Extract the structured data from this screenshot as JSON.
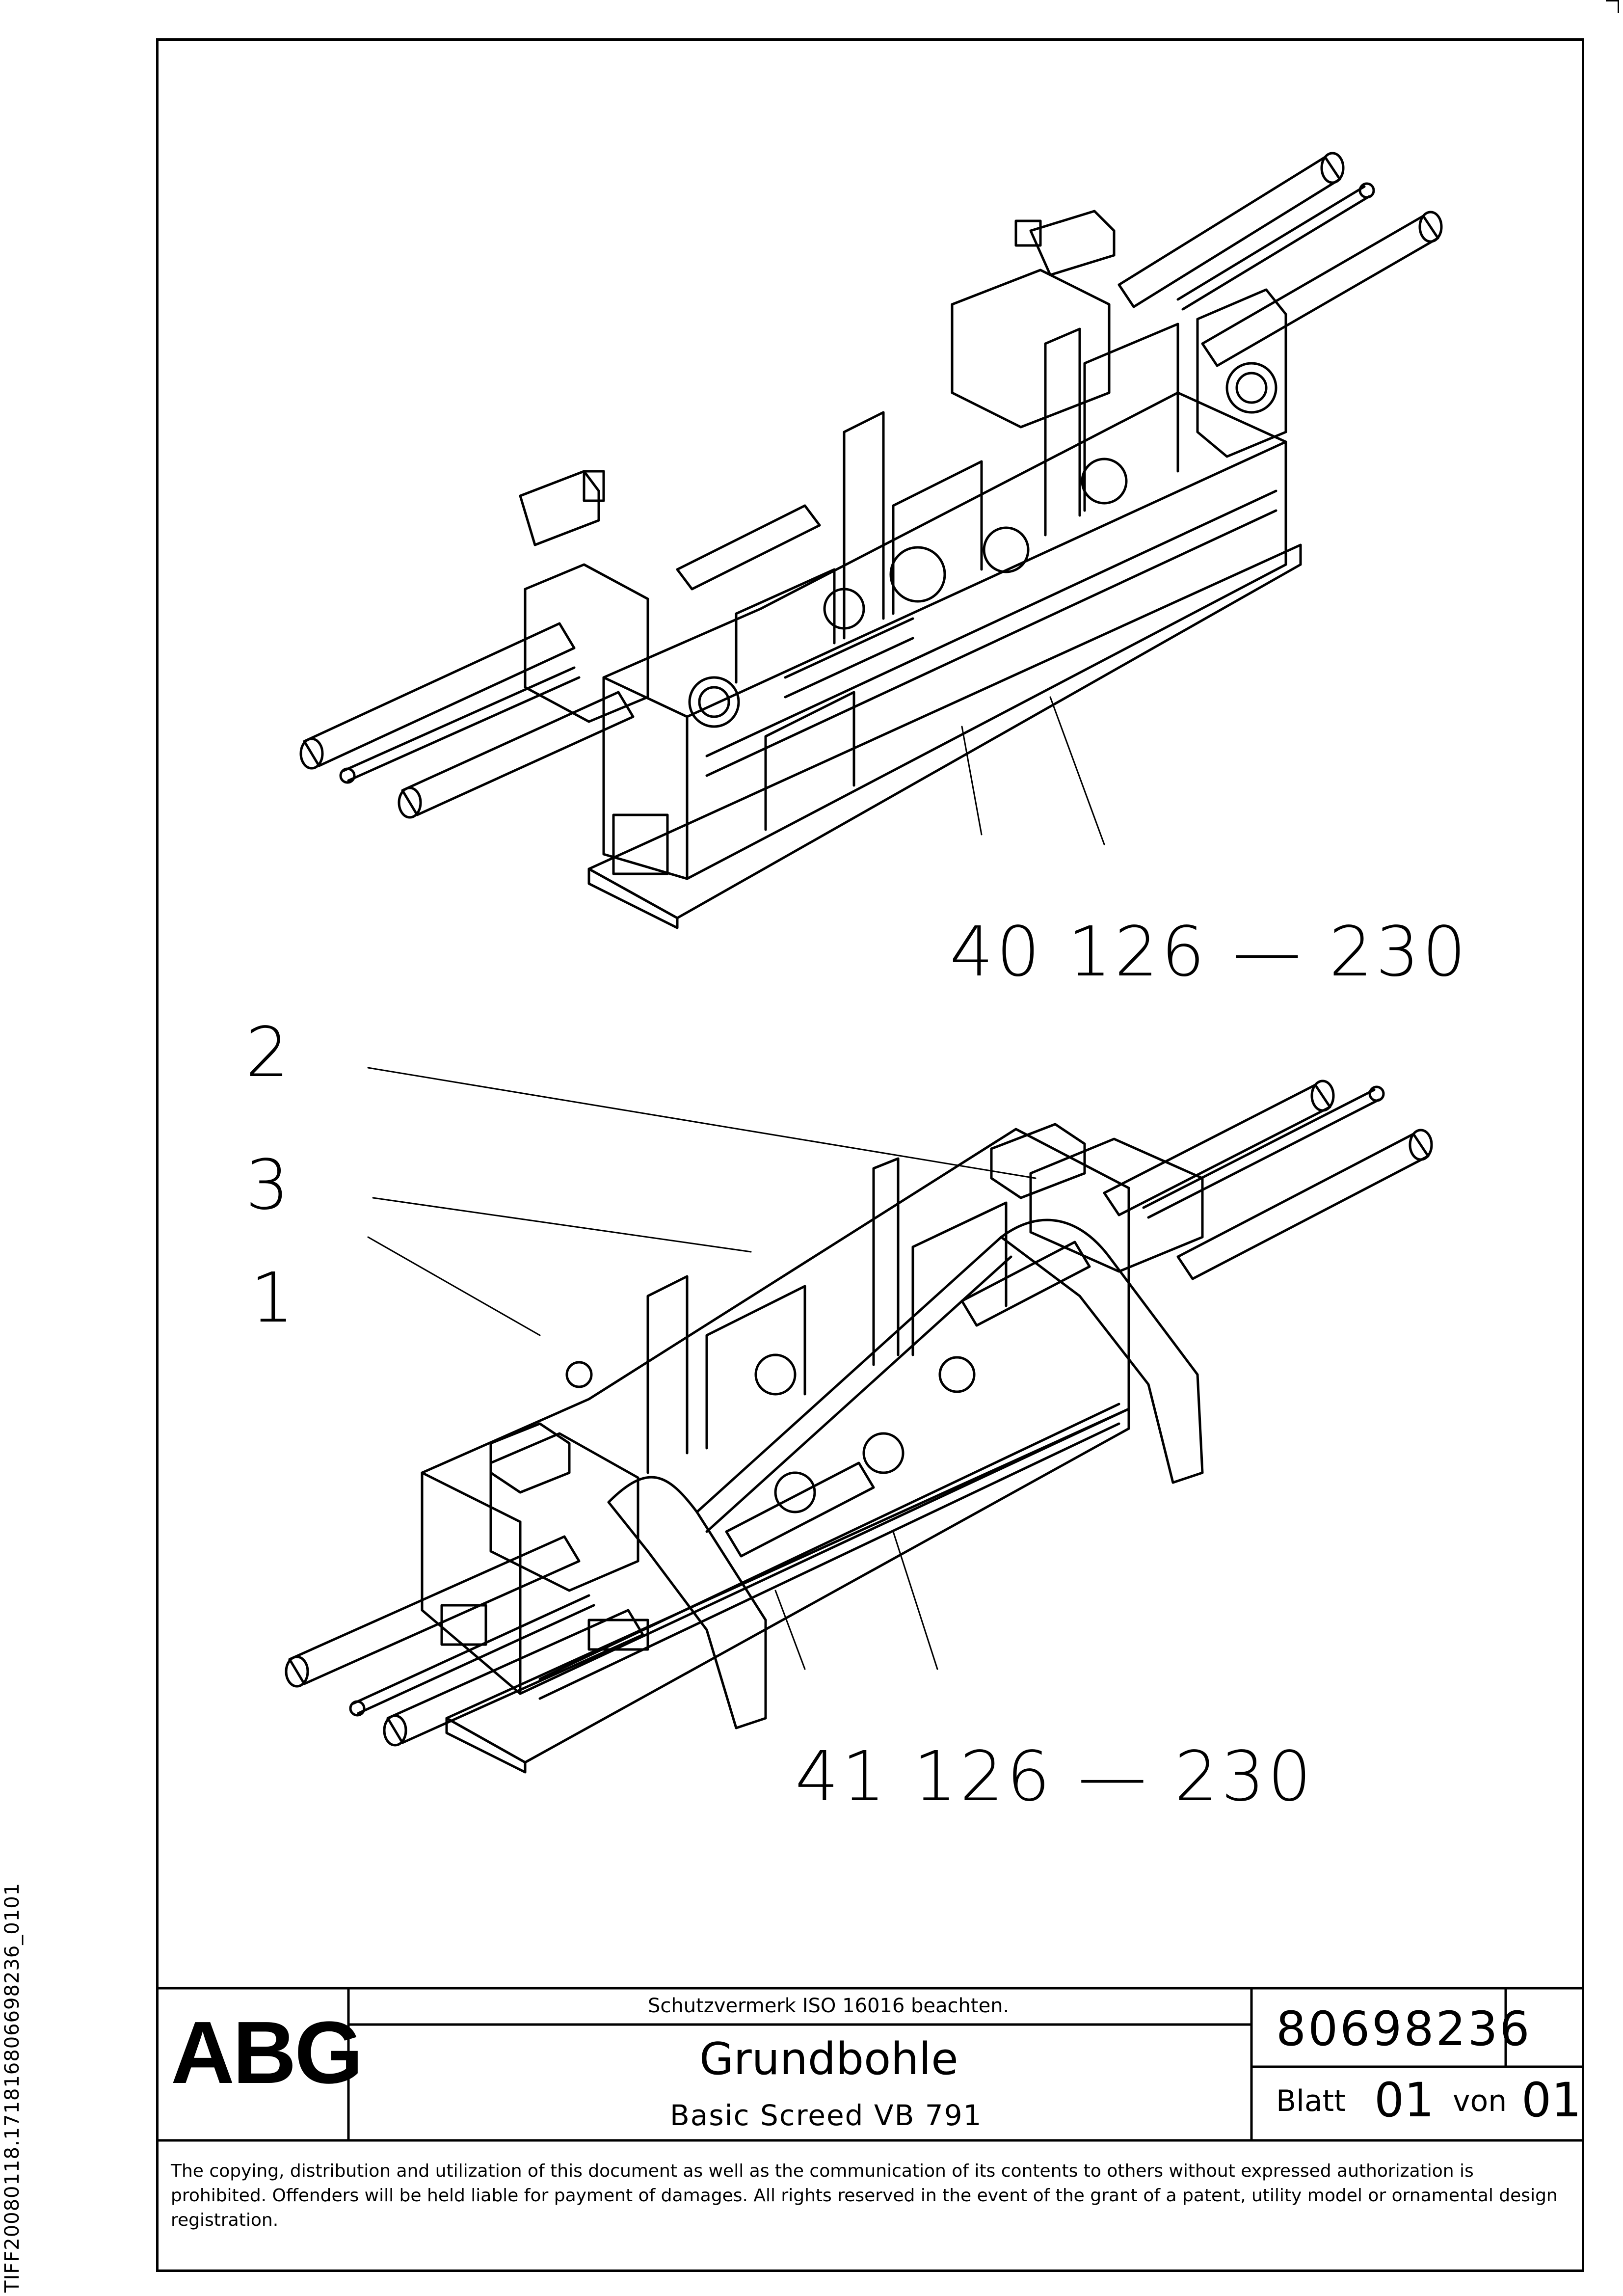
{
  "document": {
    "side_id": "TIFF20080118.171816806698236_0101",
    "callouts": {
      "top_group": "40   126 — 230",
      "bottom_group": "41   126 — 230",
      "item_2": "2",
      "item_3": "3",
      "item_1": "1"
    },
    "title_block": {
      "logo": "ABG",
      "protection_note": "Schutzvermerk ISO 16016 beachten.",
      "title_de": "Grundbohle",
      "title_en": "Basic Screed VB 791",
      "drawing_number": "80698236",
      "sheet_label": "Blatt",
      "sheet_number": "01",
      "of_label": "von",
      "sheet_total": "01"
    },
    "copyright": "The copying, distribution and utilization of this document as well as the communication of its contents to others without expressed authorization is prohibited. Offenders will be held liable for payment of damages. All rights reserved in the event of the grant of a patent, utility model or ornamental design registration."
  }
}
